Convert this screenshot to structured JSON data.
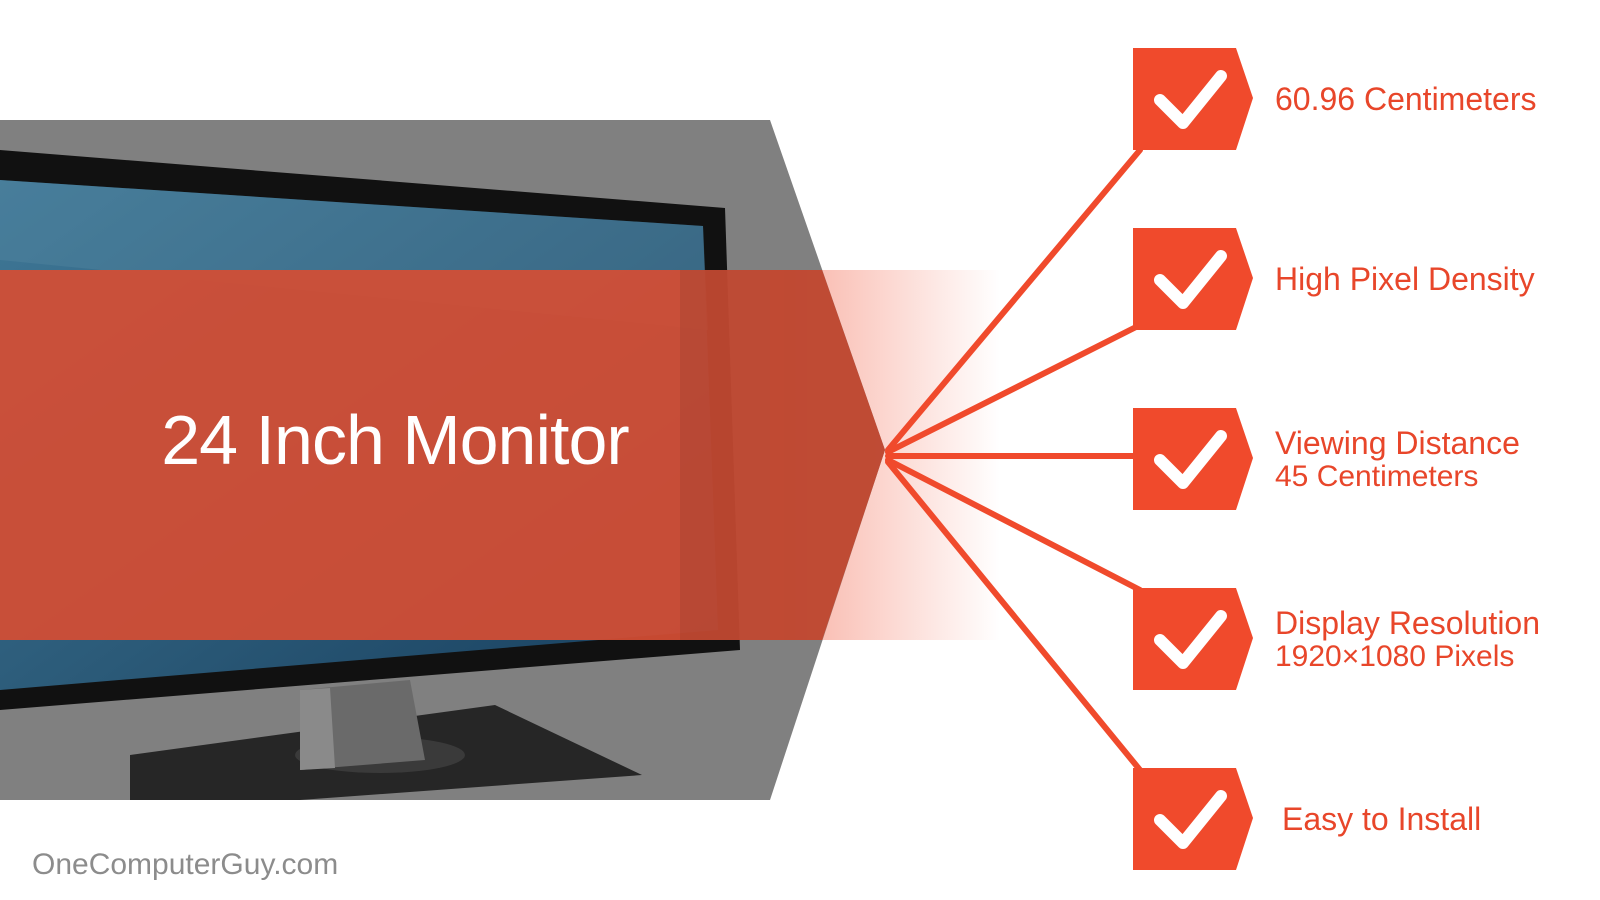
{
  "title": "24 Inch Monitor",
  "features": [
    {
      "label": "60.96 Centimeters"
    },
    {
      "label": "High Pixel Density"
    },
    {
      "label": "Viewing Distance",
      "sublabel": "45 Centimeters"
    },
    {
      "label": "Display Resolution",
      "sublabel": "1920×1080 Pixels"
    },
    {
      "label": "Easy to Install"
    }
  ],
  "watermark": "OneComputerGuy.com",
  "colors": {
    "accent": "#f04a2c",
    "banner": "#d44d34",
    "panel": "#808080",
    "white": "#ffffff"
  },
  "icon": "checkmark-icon"
}
